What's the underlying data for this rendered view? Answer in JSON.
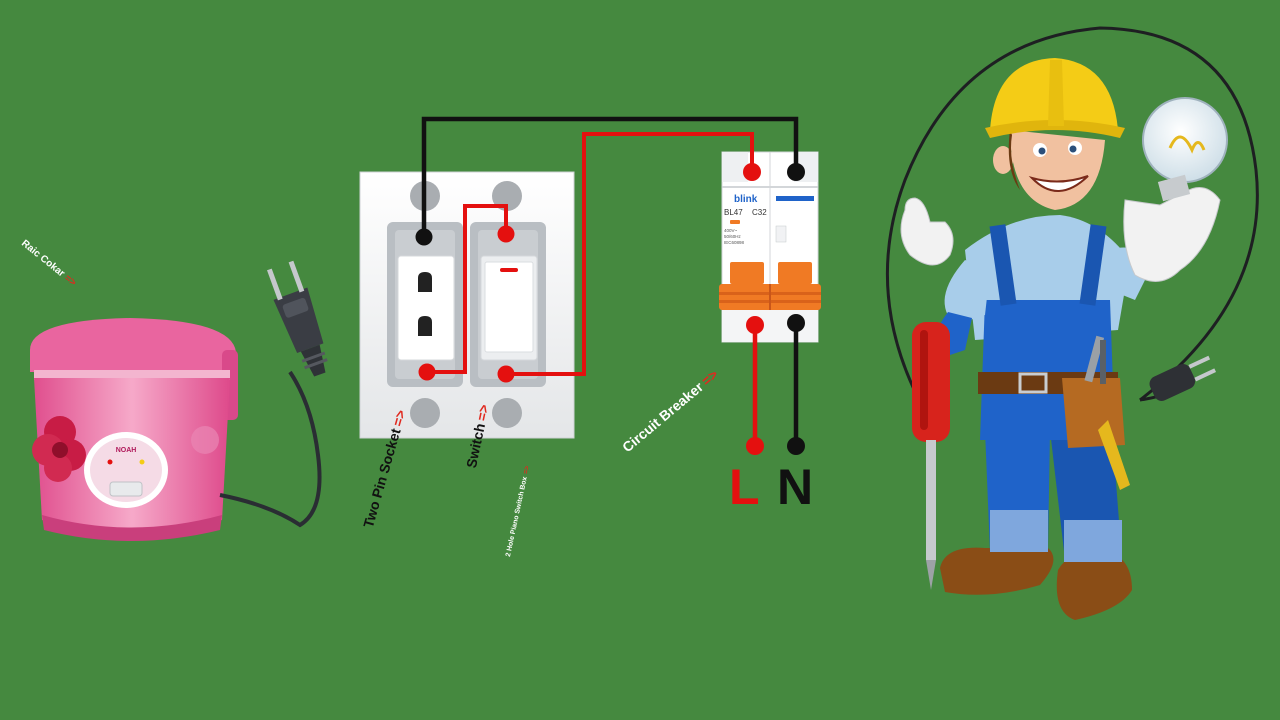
{
  "labels": {
    "rice_cooker": "Raic Cokar",
    "two_pin_socket": "Two Pin Socket",
    "switch": "Switch",
    "switch_box": "2 Hole Piano Switch Box",
    "circuit_breaker": "Circuit Breaker",
    "arrow": "=>"
  },
  "breaker": {
    "brand": "blink",
    "model": "BL47",
    "rating": "C32",
    "spec_line1": "400V~",
    "spec_line2": "50/60Hz",
    "spec_line3": "IEC60898"
  },
  "cooker": {
    "brand": "NOAH"
  },
  "terminals": {
    "live": "L",
    "neutral": "N"
  },
  "colors": {
    "background": "#45893f",
    "live_wire": "#e4100f",
    "neutral_wire": "#111111",
    "breaker_handle": "#f07a24",
    "cooker_body": "#e8609a",
    "helmet": "#f4cc16",
    "overalls": "#1f63c9"
  }
}
